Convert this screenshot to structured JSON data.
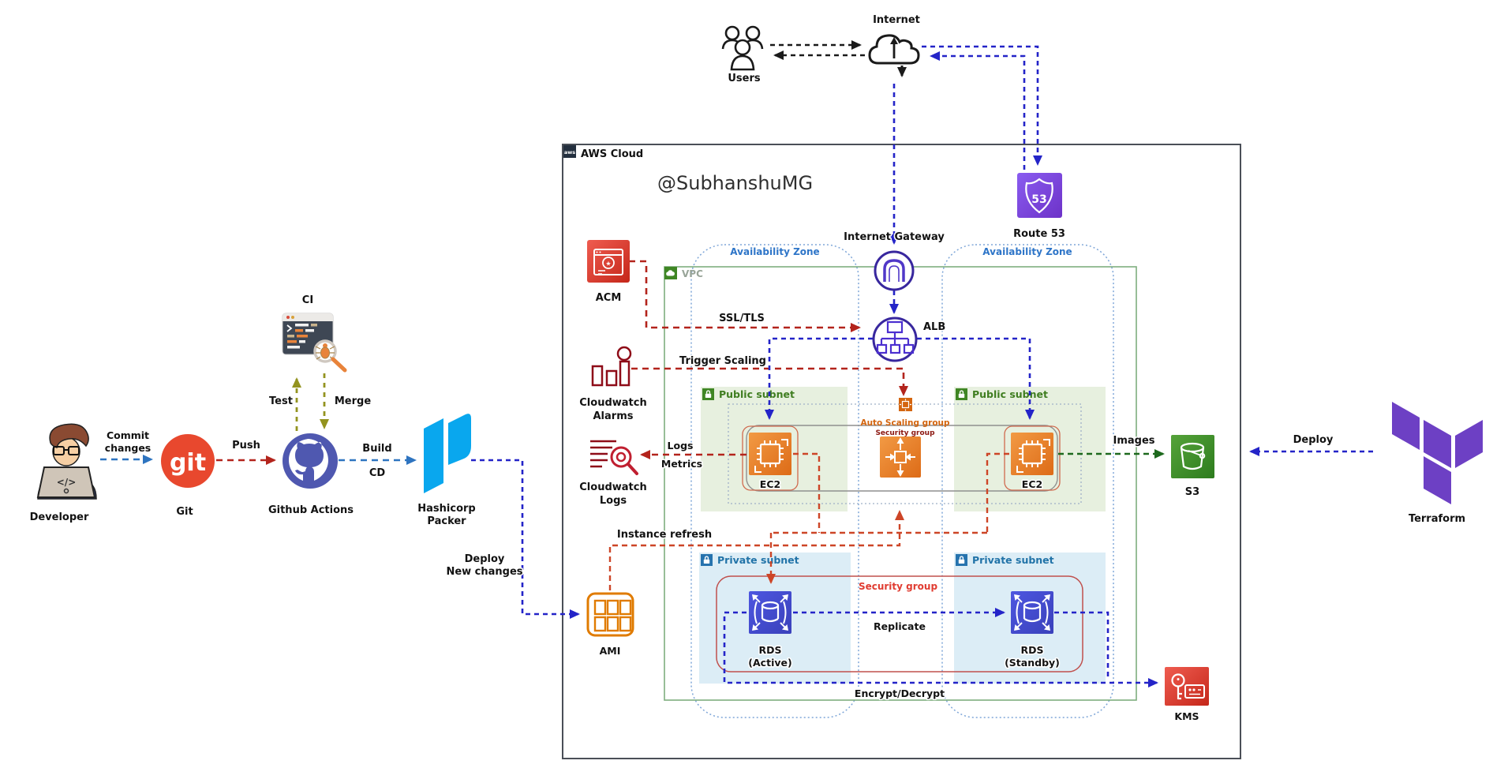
{
  "watermark": "@SubhanshuMG",
  "palette": {
    "flow_blue": "#2e74c0",
    "flow_red": "#b3241c",
    "flow_orange_red": "#cd4527",
    "flow_navy": "#2424c8",
    "flow_olive": "#93931f",
    "flow_green": "#1d691d",
    "flow_black": "#1a1a1a",
    "aws_orange": "#e8731a",
    "aws_red": "#d6453c",
    "aws_green": "#3f8624",
    "aws_indigo": "#4049c0",
    "aws_purple": "#7b3fe4",
    "az_blue": "#2e75c8",
    "public_subnet_bg": "#e7f0df",
    "private_subnet_bg": "#dcedf6"
  },
  "pipeline": {
    "developer": "Developer",
    "git_logo": "git",
    "git": "Git",
    "github_actions": "Github Actions",
    "ci": "CI",
    "hashicorp_1": "Hashicorp",
    "hashicorp_2": "Packer",
    "terraform": "Terraform",
    "users": "Users",
    "internet": "Internet"
  },
  "edges": {
    "commit_1": "Commit",
    "commit_2": "changes",
    "push": "Push",
    "test": "Test",
    "merge": "Merge",
    "build": "Build",
    "cd": "CD",
    "deploy_new_1": "Deploy",
    "deploy_new_2": "New changes",
    "ssl_tls": "SSL/TLS",
    "trigger_scaling": "Trigger Scaling",
    "logs": "Logs",
    "metrics": "Metrics",
    "instance_refresh": "Instance refresh",
    "images": "Images",
    "deploy": "Deploy",
    "replicate": "Replicate",
    "encrypt_decrypt": "Encrypt/Decrypt"
  },
  "aws": {
    "logo": "aws",
    "cloud_label": "AWS Cloud",
    "vpc": "VPC",
    "availability_zone": "Availability Zone",
    "public_subnet": "Public subnet",
    "private_subnet": "Private subnet",
    "auto_scaling_group": "Auto Scaling group",
    "security_group": "Security group",
    "route53": "Route 53",
    "route53_badge": "53",
    "internet_gateway": "Internet Gateway",
    "alb": "ALB",
    "acm": "ACM",
    "cloudwatch_alarms_1": "Cloudwatch",
    "cloudwatch_alarms_2": "Alarms",
    "cloudwatch_logs_1": "Cloudwatch",
    "cloudwatch_logs_2": "Logs",
    "ami": "AMI",
    "ec2": "EC2",
    "rds_active_1": "RDS",
    "rds_active_2": "(Active)",
    "rds_standby_1": "RDS",
    "rds_standby_2": "(Standby)",
    "s3": "S3",
    "kms": "KMS"
  }
}
